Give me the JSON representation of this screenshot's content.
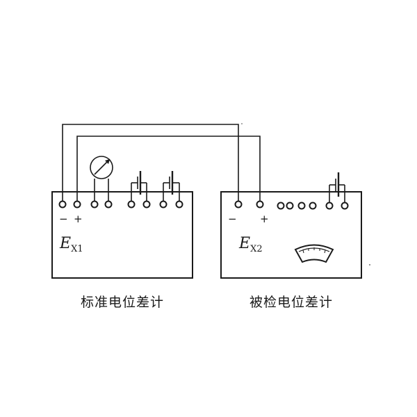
{
  "standard": {
    "minus": "−",
    "plus": "+",
    "emf_symbol": "E",
    "emf_subscript": "X1",
    "caption": "标准电位差计"
  },
  "tested": {
    "minus": "−",
    "plus": "+",
    "emf_symbol": "E",
    "emf_subscript": "X2",
    "caption": "被检电位差计"
  },
  "icons": {
    "galvanometer": "galvanometer-icon",
    "battery": "battery-icon",
    "meter_dial": "meter-dial-icon"
  }
}
